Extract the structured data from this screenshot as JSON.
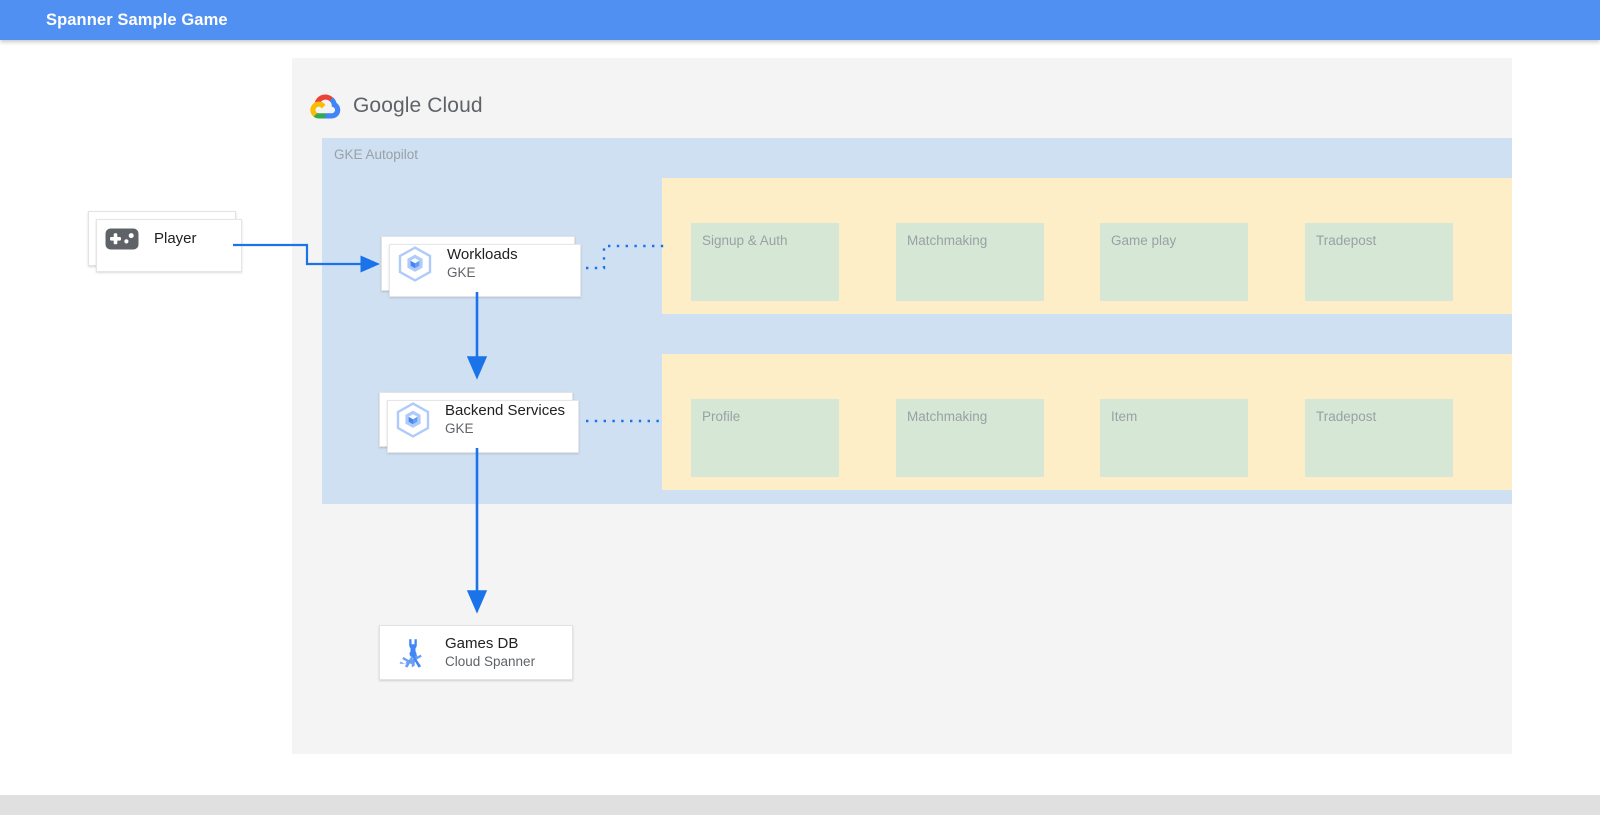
{
  "appbar": {
    "title": "Spanner Sample Game",
    "background": "#4f90f2",
    "text_color": "#ffffff"
  },
  "diagram": {
    "logo": {
      "name": "google-cloud-logo",
      "text_bold": "Google",
      "text_light": "Cloud"
    },
    "zone": {
      "name": "GKE Autopilot",
      "label": "GKE Autopilot",
      "background": "#cfe0f3"
    },
    "groups": [
      {
        "name": "workload-services-group",
        "background": "#fdeec8",
        "boxes": [
          {
            "label": "Signup & Auth"
          },
          {
            "label": "Matchmaking"
          },
          {
            "label": "Game play"
          },
          {
            "label": "Tradepost"
          }
        ]
      },
      {
        "name": "backend-services-group",
        "background": "#fdeec8",
        "boxes": [
          {
            "label": "Profile"
          },
          {
            "label": "Matchmaking"
          },
          {
            "label": "Item"
          },
          {
            "label": "Tradepost"
          }
        ]
      }
    ],
    "cards": {
      "player": {
        "title": "Player",
        "subtitle": "",
        "icon": "gamepad-icon"
      },
      "workloads": {
        "title": "Workloads",
        "subtitle": "GKE",
        "icon": "gke-icon"
      },
      "backend": {
        "title": "Backend Services",
        "subtitle": "GKE",
        "icon": "gke-icon"
      },
      "gamesdb": {
        "title": "Games DB",
        "subtitle": "Cloud Spanner",
        "icon": "cloud-spanner-icon"
      }
    },
    "colors": {
      "frame_background": "#f4f4f4",
      "zone_background": "#cfe0f3",
      "group_background": "#fdeec8",
      "service_box_background": "#d6e8d5",
      "connector_solid": "#1a73e8",
      "connector_dotted": "#1a73e8",
      "muted_text": "#9aa0a6"
    }
  },
  "footer": {
    "background": "#e0e0e0"
  }
}
